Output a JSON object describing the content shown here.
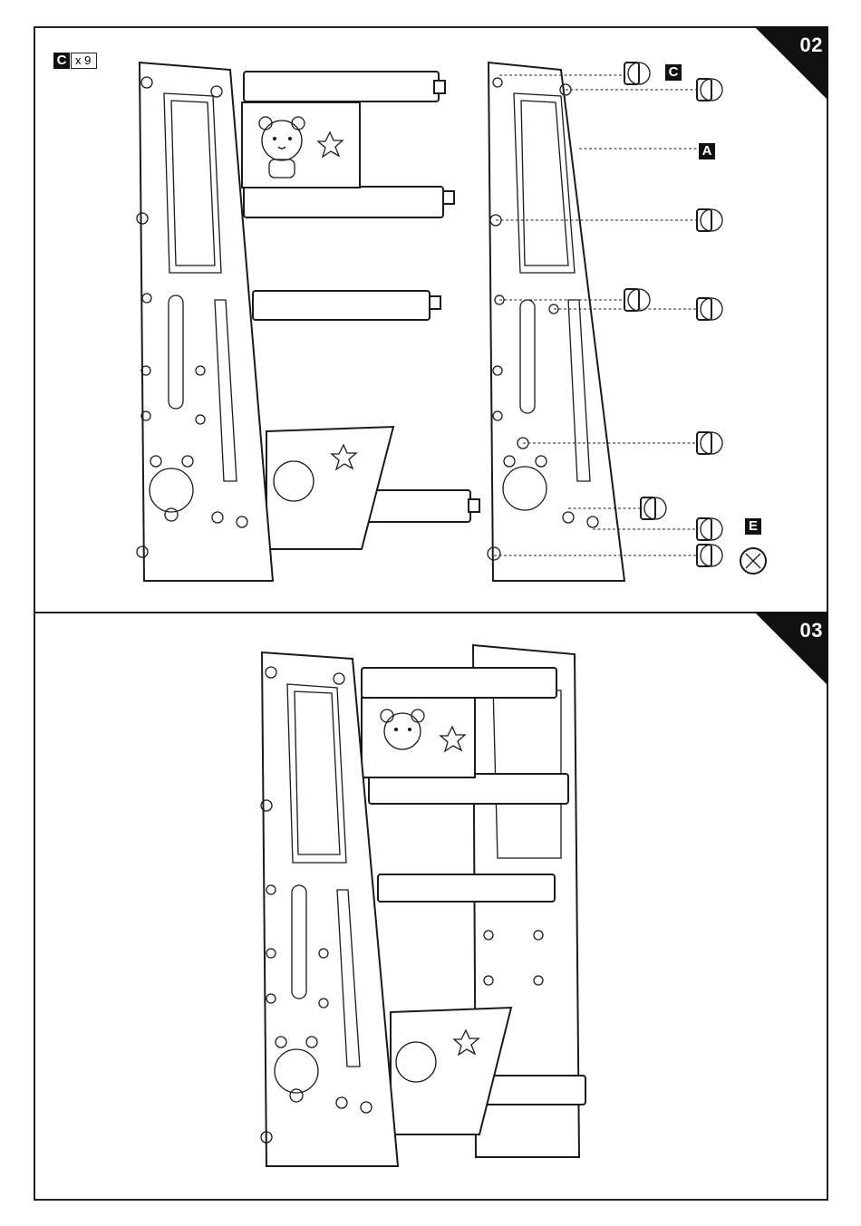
{
  "steps": [
    {
      "number": "02"
    },
    {
      "number": "03"
    }
  ],
  "step2": {
    "quantity": {
      "part": "C",
      "count_text": "x 9"
    },
    "labels": {
      "c": "C",
      "a": "A",
      "e": "E"
    }
  },
  "icons": [
    "cam-bolt-icon",
    "cam-lock-nut-icon",
    "bear-face-icon",
    "star-icon",
    "screw-head-icon"
  ]
}
